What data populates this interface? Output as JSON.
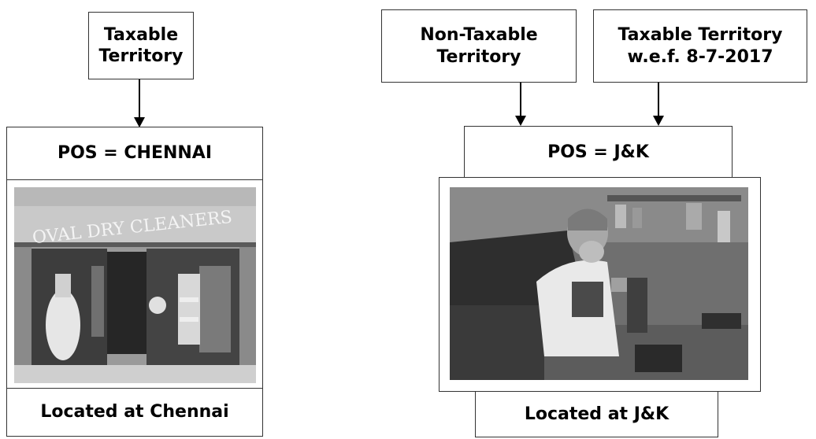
{
  "left": {
    "top_box": {
      "line1": "Taxable",
      "line2": "Territory"
    },
    "pos_box": "POS = CHENNAI",
    "photo": {
      "description_icon": "storefront-photo",
      "sign_text": "OVAL DRY CLEANERS"
    },
    "location_box": "Located at Chennai"
  },
  "right": {
    "top_left_box": {
      "line1": "Non-Taxable",
      "line2": "Territory"
    },
    "top_right_box": {
      "line1": "Taxable Territory",
      "line2": "w.e.f. 8-7-2017"
    },
    "pos_box": "POS = J&K",
    "photo": {
      "description_icon": "workshop-photo"
    },
    "location_box": "Located at J&K"
  }
}
